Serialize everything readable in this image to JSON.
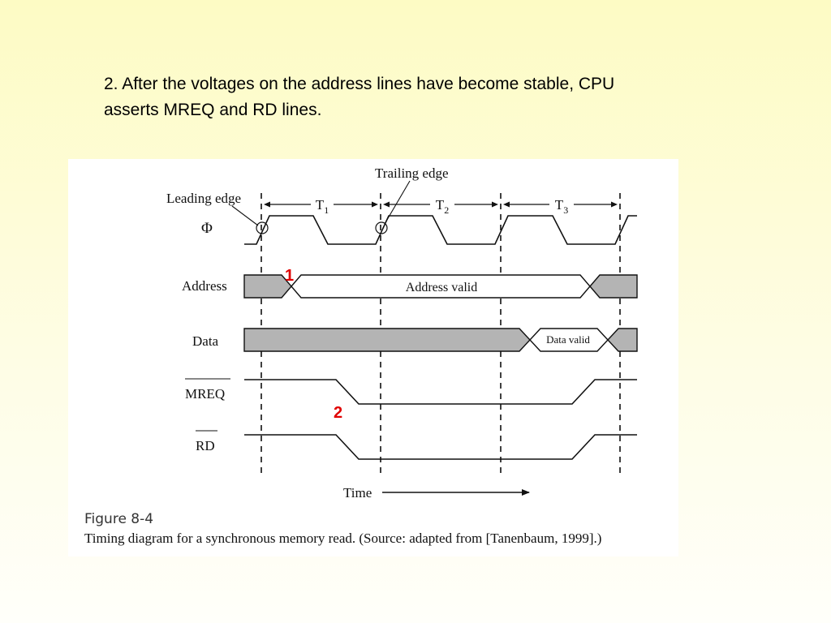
{
  "slide": {
    "text_line1": "2. After the voltages on the address lines have become stable, CPU",
    "text_line2": "asserts MREQ and RD lines."
  },
  "diagram": {
    "annotations": {
      "leading_edge": "Leading edge",
      "trailing_edge": "Trailing edge",
      "periods": [
        {
          "label": "T",
          "sub": "1"
        },
        {
          "label": "T",
          "sub": "2"
        },
        {
          "label": "T",
          "sub": "3"
        }
      ]
    },
    "signals": {
      "clock": "Φ",
      "address": "Address",
      "data": "Data",
      "mreq": "MREQ",
      "rd": "RD"
    },
    "bus_labels": {
      "address_valid": "Address valid",
      "data_valid": "Data valid"
    },
    "time_label": "Time",
    "markers": [
      "1",
      "2"
    ]
  },
  "figure": {
    "label": "Figure 8-4",
    "caption": "Timing diagram for a synchronous memory read. (Source: adapted from [Tanenbaum, 1999].)"
  },
  "colors": {
    "bus_fill": "#b4b4b4",
    "marker": "#e00000",
    "background": "#fdfbc4"
  }
}
